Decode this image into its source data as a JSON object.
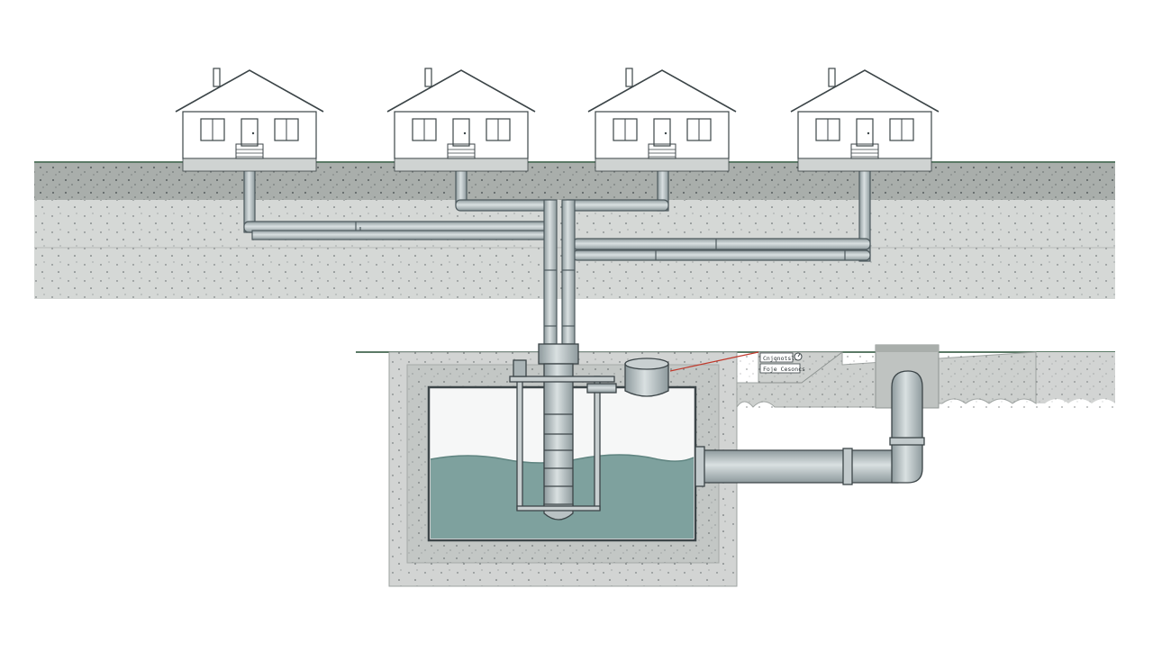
{
  "colors": {
    "background": "#ffffff",
    "topsoil": "#a9aeab",
    "subsoil": "#d5d8d6",
    "concrete": "#d2d4d3",
    "concrete_dark": "#b8bcba",
    "pipe": "#b9c2c4",
    "pipe_outline": "#4e5a5e",
    "water": "#7ea19e",
    "house_wall": "#ffffff",
    "house_base": "#cfd3d2",
    "outline": "#3c4548",
    "leader_line": "#c0392b"
  },
  "houses": [
    {
      "name": "house-1"
    },
    {
      "name": "house-2"
    },
    {
      "name": "house-3"
    },
    {
      "name": "house-4"
    }
  ],
  "tank": {
    "contents": "wastewater"
  },
  "callout": {
    "line1": "Cnjqnotsls",
    "line2": "Foje Cesoncs",
    "icon": "gauge-icon"
  }
}
